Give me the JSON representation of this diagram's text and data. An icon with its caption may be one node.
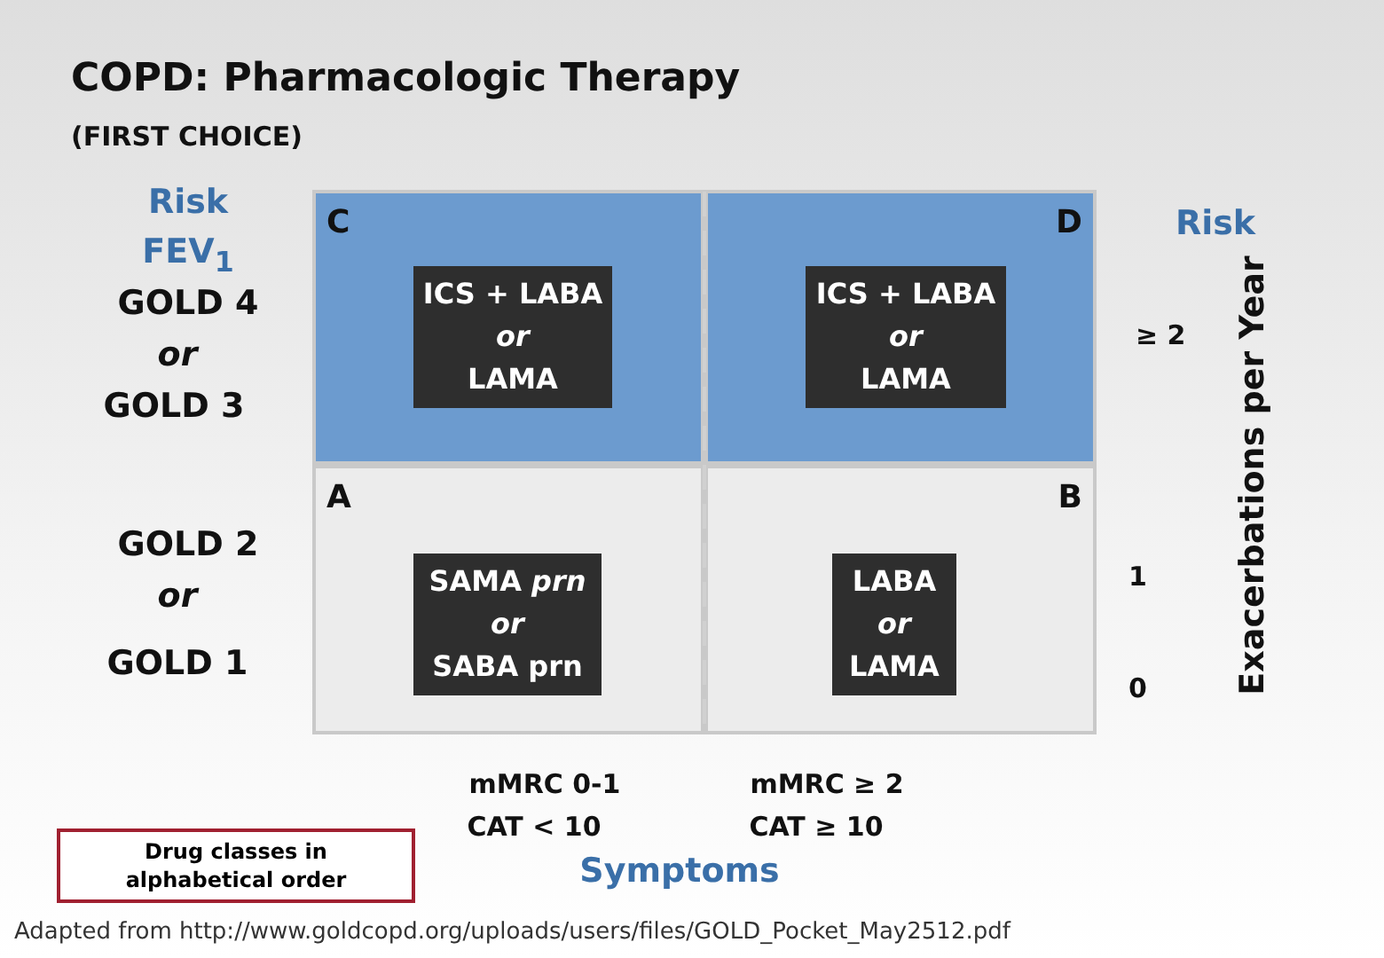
{
  "diagram": {
    "title": "COPD: Pharmacologic Therapy",
    "nodes": [
      {
        "text": [
          "C"
        ]
      },
      {
        "text": [
          "ICS + LABA",
          "or",
          "LAMA"
        ],
        "in": 0
      },
      {
        "text": [
          "D"
        ]
      },
      {
        "text": [
          "ICS + LABA",
          "or",
          "LAMA"
        ],
        "in": 2
      },
      {
        "text": [
          "A"
        ]
      },
      {
        "text": [
          "SAMA *prn*",
          "or",
          "SABA prn"
        ],
        "in": 4
      },
      {
        "text": [
          "B"
        ]
      },
      {
        "text": [
          "LABA",
          "or",
          "LAMA"
        ],
        "in": 6
      },
      {
        "text": [
          "Drug classes in alphabetical order"
        ]
      }
    ],
    "edges": [],
    "labels": [
      "(FIRST CHOICE)",
      "Risk",
      "FEV$_{1}$",
      "GOLD 4",
      "or",
      "GOLD 3",
      "GOLD 2",
      "or",
      "GOLD 1",
      "Risk",
      "≥ 2",
      "1",
      "0",
      "Exacerbations per Year",
      "mMRC 0-1",
      "CAT < 10",
      "mMRC ≥ 2",
      "CAT ≥ 10",
      "Symptoms",
      "Adapted from http://www.goldcopd.org/uploads/users/files/GOLD_Pocket_May2512.pdf"
    ]
  }
}
